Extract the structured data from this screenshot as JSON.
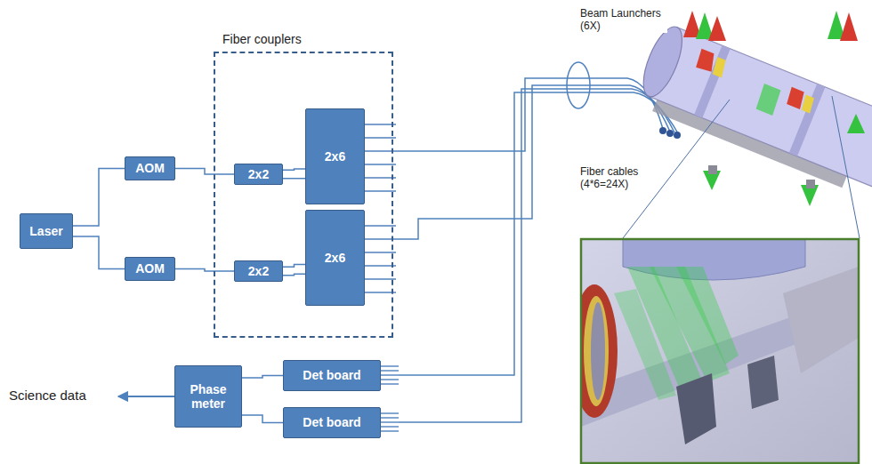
{
  "diagram": {
    "nodes": [
      {
        "text": [
          "Laser"
        ]
      },
      {
        "text": [
          "AOM"
        ]
      },
      {
        "text": [
          "AOM"
        ]
      },
      {
        "text": [
          "Fiber couplers"
        ]
      },
      {
        "text": [
          "2x2"
        ],
        "in": 3
      },
      {
        "text": [
          "2x6"
        ],
        "in": 3
      },
      {
        "text": [
          "2x2"
        ],
        "in": 3
      },
      {
        "text": [
          "2x6"
        ],
        "in": 3
      },
      {
        "text": [
          "Phase meter"
        ]
      },
      {
        "text": [
          "Det board"
        ]
      },
      {
        "text": [
          "Det board"
        ]
      }
    ],
    "edges": [
      {
        "from": 0,
        "to": 1,
        "arrow": "none"
      },
      {
        "from": 0,
        "to": 2,
        "arrow": "none"
      },
      {
        "from": 1,
        "to": 4,
        "arrow": "none"
      },
      {
        "from": 2,
        "to": 6,
        "arrow": "none"
      },
      {
        "from": 4,
        "to": 5,
        "arrow": "none"
      },
      {
        "from": 6,
        "to": 7,
        "arrow": "none"
      },
      {
        "from": 9,
        "to": 8,
        "arrow": "none"
      },
      {
        "from": 10,
        "to": 8,
        "arrow": "none"
      }
    ],
    "labels": [
      "Beam Launchers (6X)",
      "Fiber cables (4*6=24X)",
      "Science data"
    ]
  }
}
